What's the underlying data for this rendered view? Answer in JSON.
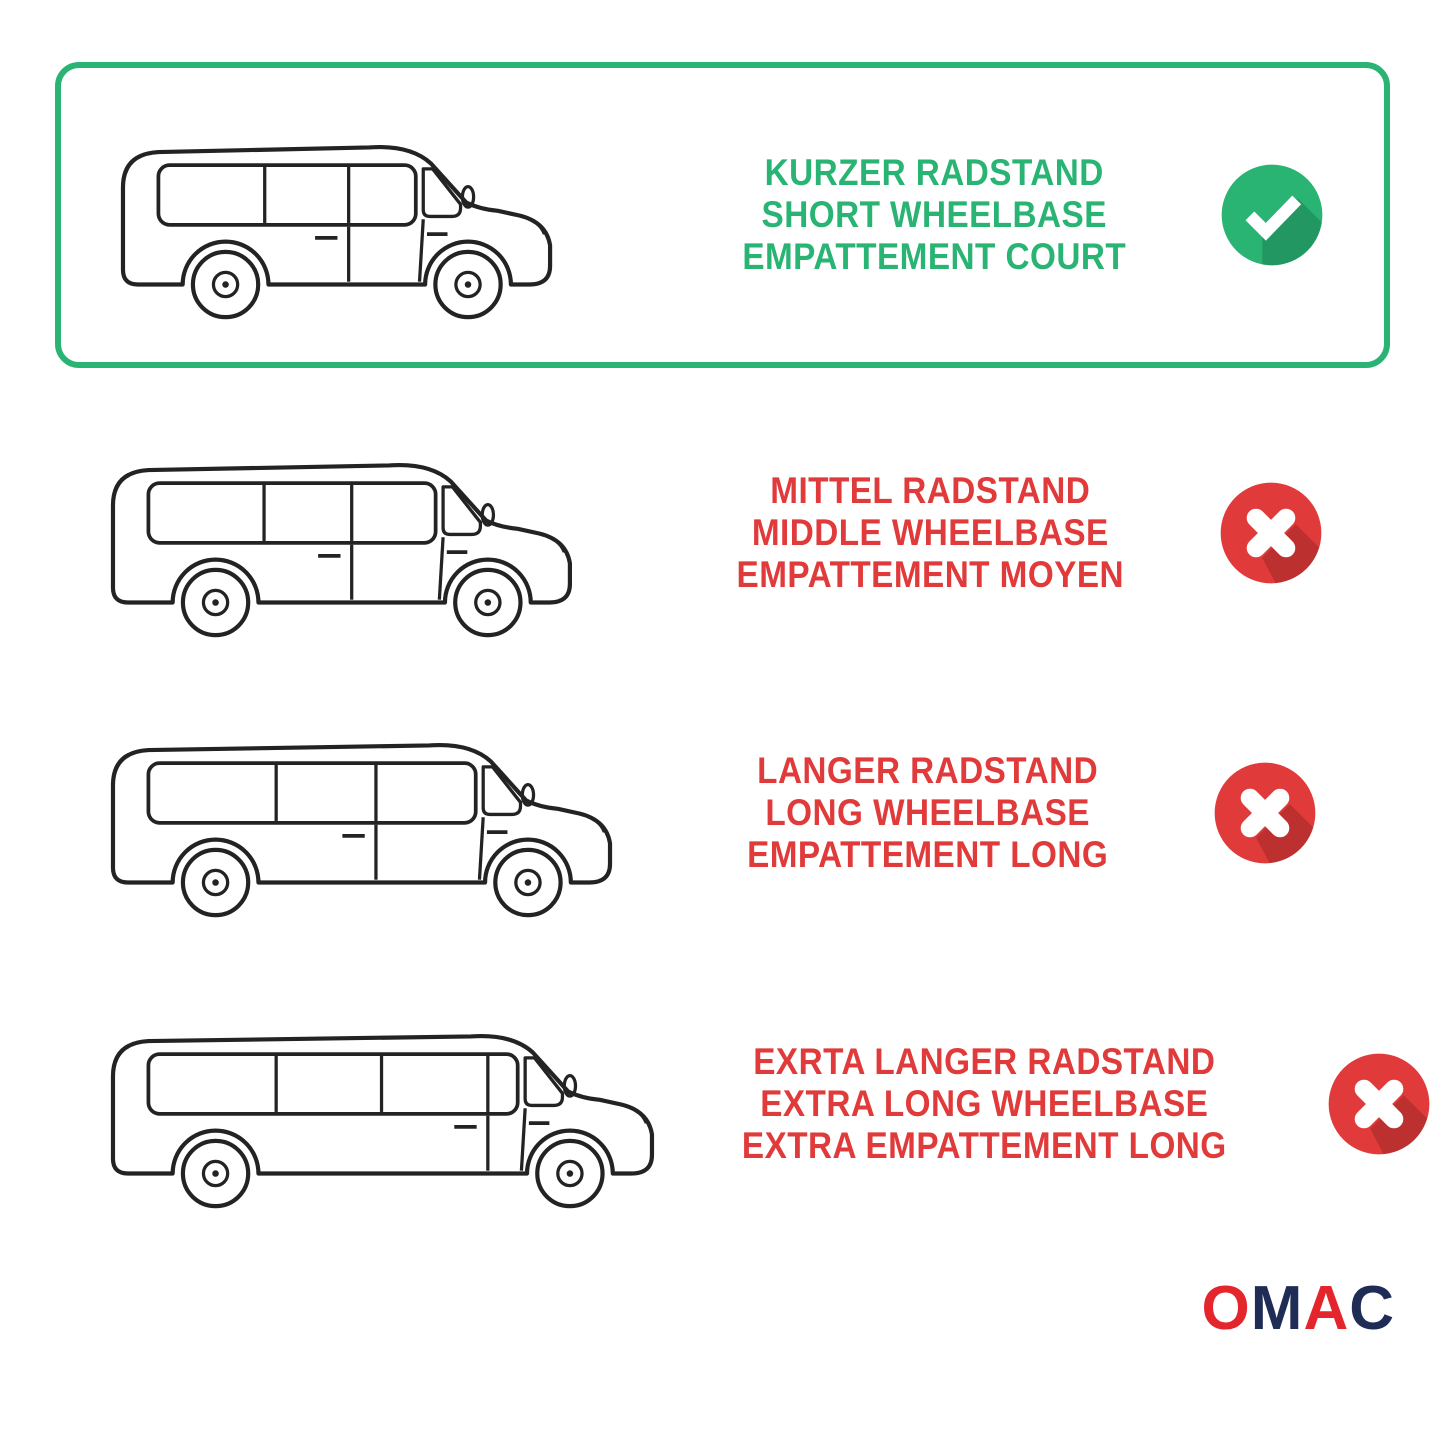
{
  "colors": {
    "green": "#29B474",
    "red": "#E03A3A",
    "outline": "#232323",
    "logo_red": "#E4252C",
    "logo_navy": "#1E2C56"
  },
  "rows": [
    {
      "id": "short-wheelbase",
      "selected": true,
      "status": "check",
      "van": "short",
      "lines": [
        "KURZER RADSTAND",
        "SHORT WHEELBASE",
        "EMPATTEMENT COURT"
      ]
    },
    {
      "id": "middle-wheelbase",
      "selected": false,
      "status": "cross",
      "van": "middle",
      "lines": [
        "MITTEL RADSTAND",
        "MIDDLE WHEELBASE",
        "EMPATTEMENT MOYEN"
      ]
    },
    {
      "id": "long-wheelbase",
      "selected": false,
      "status": "cross",
      "van": "long",
      "lines": [
        "LANGER RADSTAND",
        "LONG WHEELBASE",
        "EMPATTEMENT LONG"
      ]
    },
    {
      "id": "extra-long-wheelbase",
      "selected": false,
      "status": "cross",
      "van": "extra-long",
      "lines": [
        "EXRTA LANGER RADSTAND",
        "EXTRA LONG WHEELBASE",
        "EXTRA EMPATTEMENT LONG"
      ]
    }
  ],
  "logo": {
    "text": "OMAC",
    "letters": [
      {
        "char": "O",
        "color": "red"
      },
      {
        "char": "M",
        "color": "navy"
      },
      {
        "char": "A",
        "color": "red"
      },
      {
        "char": "C",
        "color": "navy"
      }
    ]
  }
}
